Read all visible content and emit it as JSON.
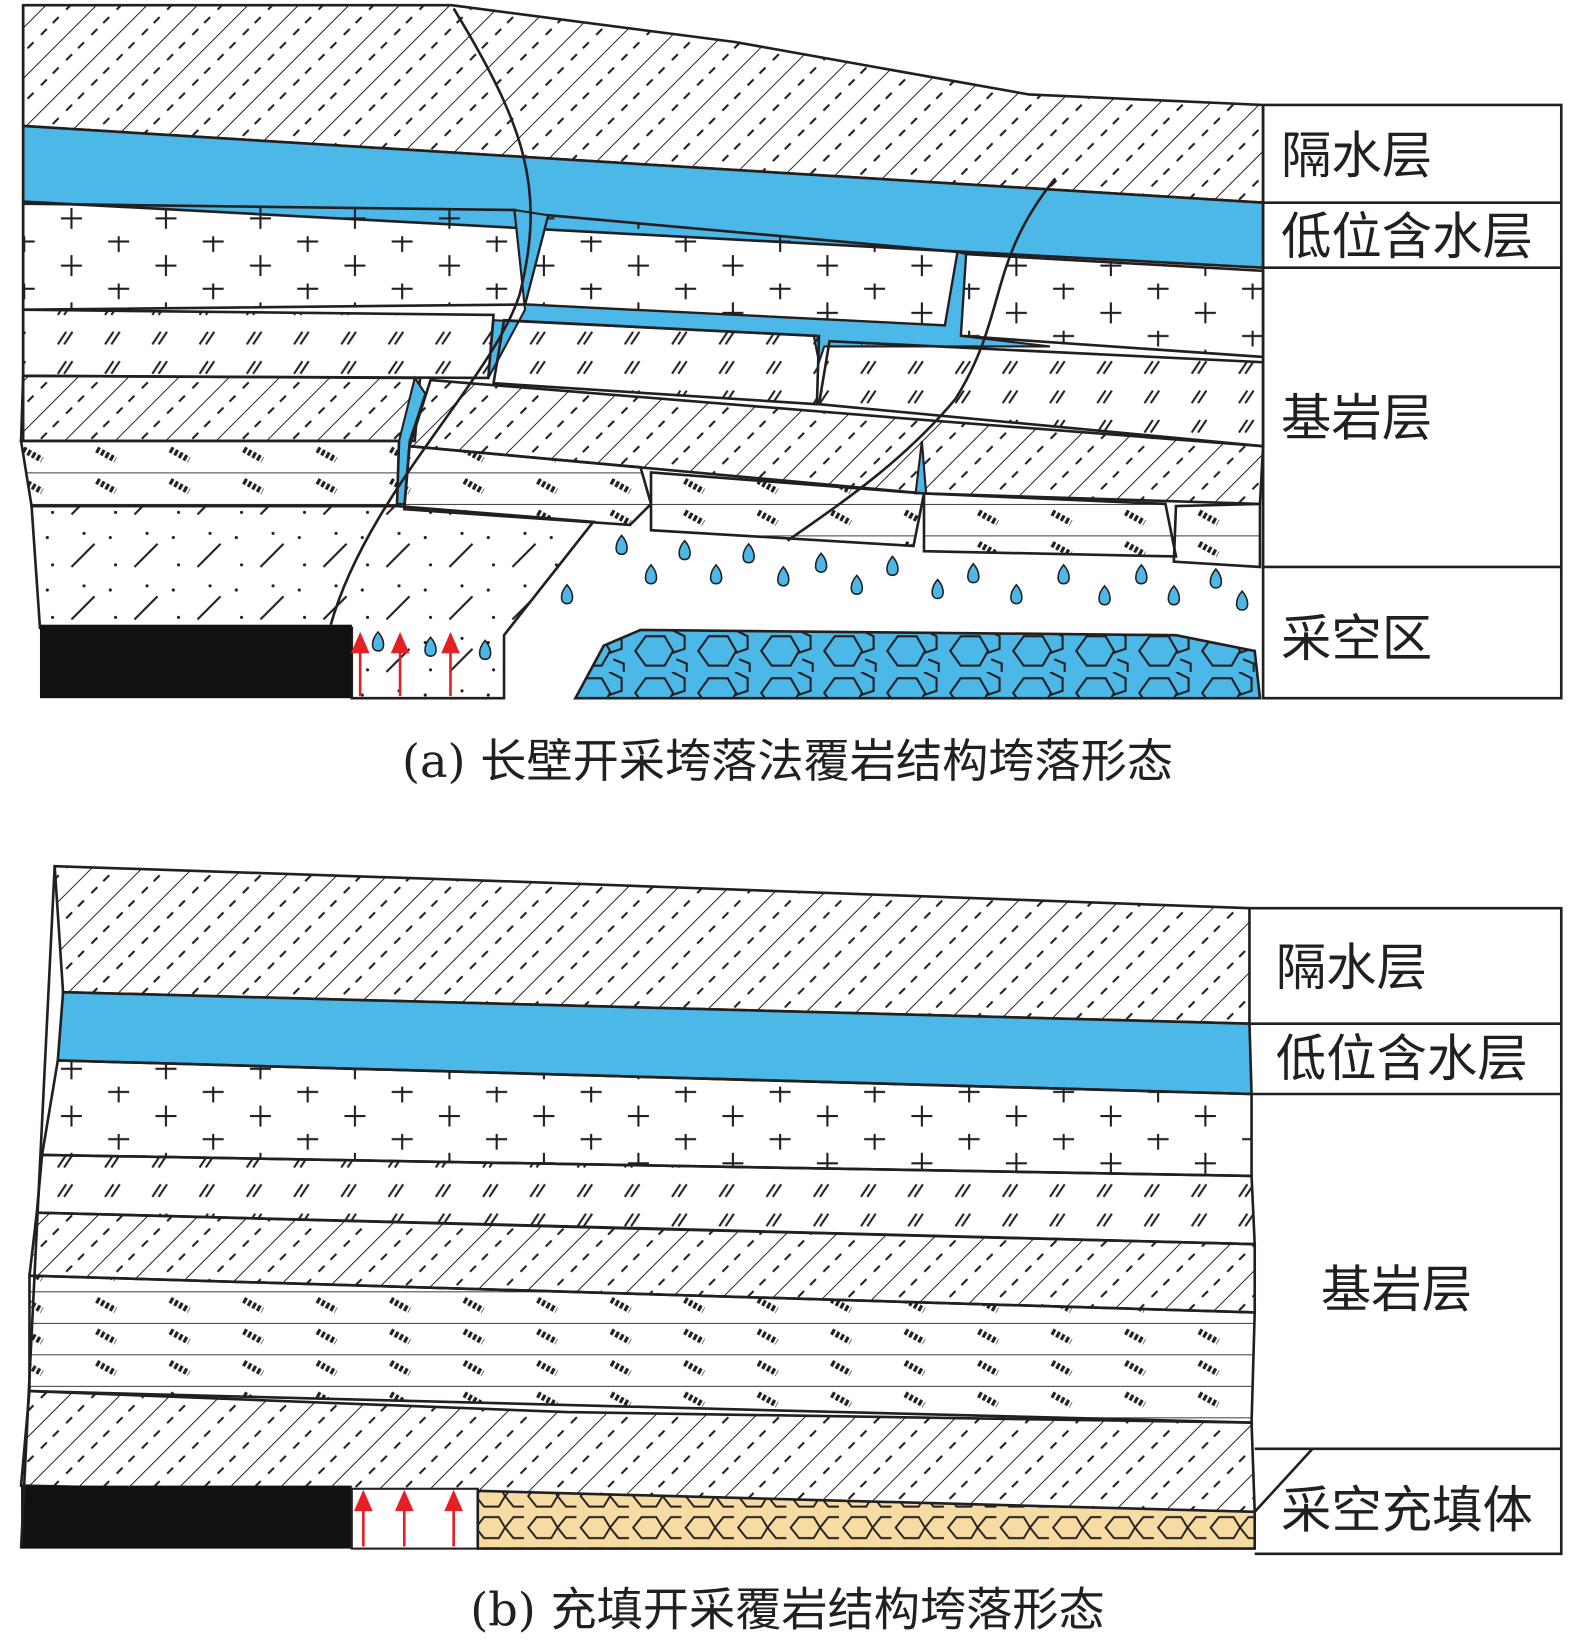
{
  "colors": {
    "water": "#4cb8e8",
    "coal": "#111111",
    "fill_body": "#f6dca2",
    "arrow": "#e32026",
    "line": "#231f20"
  },
  "panel_a": {
    "labels": {
      "aquiclude": "隔水层",
      "aquifer": "低位含水层",
      "bedrock": "基岩层",
      "goaf": "采空区"
    },
    "caption": "(a) 长壁开采垮落法覆岩结构垮落形态"
  },
  "panel_b": {
    "labels": {
      "aquiclude": "隔水层",
      "aquifer": "低位含水层",
      "bedrock": "基岩层",
      "fill": "采空充填体"
    },
    "caption": "(b) 充填开采覆岩结构垮落形态"
  }
}
